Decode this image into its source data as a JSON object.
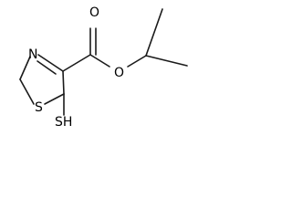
{
  "structure": {
    "atoms": {
      "ring_nitrogen": "N",
      "ring_sulfur": "S",
      "carbonyl_oxygen": "O",
      "ester_oxygen": "O",
      "thiol": "SH"
    }
  }
}
